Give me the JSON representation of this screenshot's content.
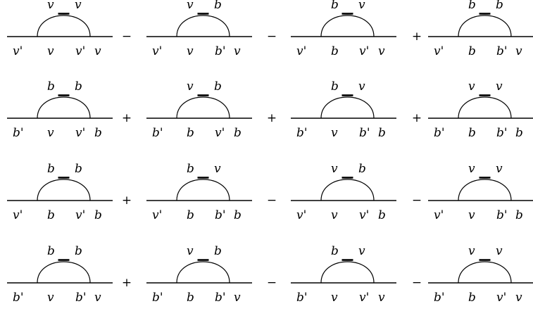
{
  "diagrams": [
    {
      "top": [
        "v",
        "v"
      ],
      "bottom": [
        "v'",
        "v",
        "v'",
        "v"
      ]
    },
    {
      "top": [
        "v",
        "b"
      ],
      "bottom": [
        "v'",
        "v",
        "b'",
        "v"
      ]
    },
    {
      "top": [
        "b",
        "v"
      ],
      "bottom": [
        "v'",
        "b",
        "v'",
        "v"
      ]
    },
    {
      "top": [
        "b",
        "b"
      ],
      "bottom": [
        "v'",
        "b",
        "b'",
        "v"
      ]
    },
    {
      "top": [
        "b",
        "b"
      ],
      "bottom": [
        "b'",
        "v",
        "v'",
        "b"
      ]
    },
    {
      "top": [
        "v",
        "b"
      ],
      "bottom": [
        "b'",
        "b",
        "v'",
        "b"
      ]
    },
    {
      "top": [
        "b",
        "v"
      ],
      "bottom": [
        "b'",
        "v",
        "b'",
        "b"
      ]
    },
    {
      "top": [
        "v",
        "v"
      ],
      "bottom": [
        "b'",
        "b",
        "b'",
        "b"
      ]
    },
    {
      "top": [
        "b",
        "b"
      ],
      "bottom": [
        "v'",
        "b",
        "v'",
        "b"
      ]
    },
    {
      "top": [
        "b",
        "v"
      ],
      "bottom": [
        "v'",
        "b",
        "b'",
        "b"
      ]
    },
    {
      "top": [
        "v",
        "b"
      ],
      "bottom": [
        "v'",
        "v",
        "v'",
        "b"
      ]
    },
    {
      "top": [
        "v",
        "v"
      ],
      "bottom": [
        "v'",
        "v",
        "b'",
        "b"
      ]
    },
    {
      "top": [
        "b",
        "b"
      ],
      "bottom": [
        "b'",
        "v",
        "b'",
        "v"
      ]
    },
    {
      "top": [
        "v",
        "b"
      ],
      "bottom": [
        "b'",
        "b",
        "b'",
        "v"
      ]
    },
    {
      "top": [
        "b",
        "v"
      ],
      "bottom": [
        "b'",
        "v",
        "v'",
        "v"
      ]
    },
    {
      "top": [
        "v",
        "v"
      ],
      "bottom": [
        "b'",
        "b",
        "v'",
        "v"
      ]
    }
  ],
  "operators": [
    [
      "−",
      "−",
      "+"
    ],
    [
      "+",
      "+",
      "+"
    ],
    [
      "+",
      "−",
      "−"
    ],
    [
      "+",
      "−",
      "−"
    ]
  ]
}
